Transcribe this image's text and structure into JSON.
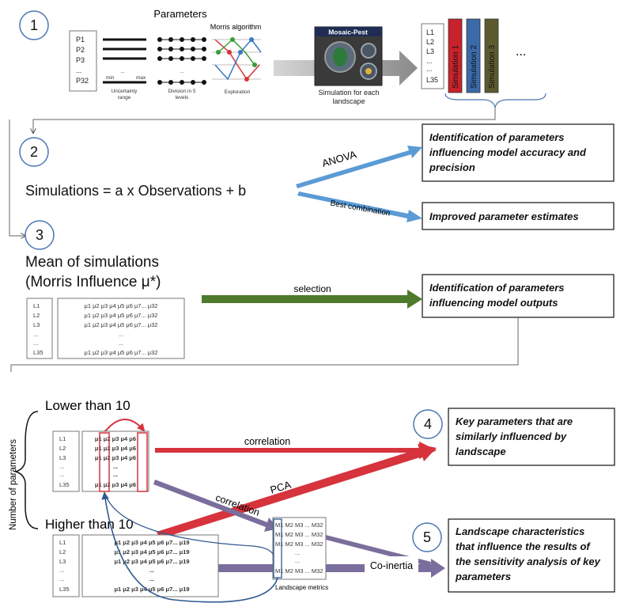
{
  "step1": {
    "number": "1",
    "parameters_title": "Parameters",
    "param_list": [
      "P1",
      "P2",
      "P3",
      "...",
      "P32"
    ],
    "range_min": "min",
    "range_max": "max",
    "uncertainty_range": [
      "Uncertainty",
      "range"
    ],
    "division_ellipsis": "...",
    "division_label": [
      "Division in 5",
      "levels"
    ],
    "morris_title": "Morris algorithm",
    "exploration_label": "Exploration",
    "mosaic_title": "Mosaic-Pest",
    "simulation_caption": [
      "Simulation for each",
      "landscape"
    ],
    "landscape_list": [
      "L1",
      "L2",
      "L3",
      "...",
      "...",
      "L35"
    ],
    "simulations": [
      "Simulation 1",
      "Simulation 2",
      "Simulation 3"
    ],
    "sim_colors": [
      "#c8232c",
      "#3a6aa8",
      "#5c5a2e"
    ],
    "ellipsis": "..."
  },
  "step2": {
    "number": "2",
    "equation": "Simulations = a x Observations + b",
    "anova_label": "ANOVA",
    "best_combination_label": "Best combination",
    "anova_box": [
      "Identification of parameters",
      "influencing model accuracy and",
      "precision"
    ],
    "best_box": [
      "Improved parameter estimates"
    ]
  },
  "step3": {
    "number": "3",
    "title_line1": "Mean of simulations",
    "title_line2": "(Morris Influence μ*)",
    "landscapes": [
      "L1",
      "L2",
      "L3",
      "...",
      "...",
      "L35"
    ],
    "mu_rows": [
      "μ1 μ2 μ3 μ4 μ5 μ6 μ7... μ32",
      "μ1 μ2 μ3 μ4 μ5 μ6 μ7... μ32",
      "μ1 μ2 μ3 μ4 μ5 μ6 μ7... μ32",
      "...",
      "...",
      "μ1 μ2 μ3 μ4 μ5 μ6 μ7... μ32"
    ],
    "selection_label": "selection",
    "selection_box": [
      "Identification of parameters",
      "influencing model outputs"
    ]
  },
  "lower": {
    "axis_label": "Number of parameters",
    "lower_label": "Lower than 10",
    "higher_label": "Higher than 10",
    "low_landscapes": [
      "L1",
      "L2",
      "L3",
      "...",
      "...",
      "L35"
    ],
    "low_rows": [
      "μ1 μ2 μ3 μ4 μ6",
      "μ1 μ2 μ3 μ4 μ6",
      "μ1 μ2 μ3 μ4 μ6",
      "...",
      "...",
      "μ1 μ2 μ3 μ4 μ6"
    ],
    "high_landscapes": [
      "L1",
      "L2",
      "L3",
      "...",
      "...",
      "L35"
    ],
    "high_rows": [
      "μ1 μ2 μ3 μ4 μ5 μ6 μ7... μ19",
      "μ1 μ2 μ3 μ4 μ5 μ6 μ7... μ19",
      "μ1 μ2 μ3 μ4 μ5 μ6 μ7... μ19",
      "...",
      "...",
      "μ1 μ2 μ3 μ4 μ5 μ6 μ7... μ19"
    ],
    "metric_rows": [
      "M1 M2 M3 ... M32",
      "M1 M2 M3 ... M32",
      "M1 M2 M3 ... M32",
      "...",
      "...",
      "M1 M2 M3 ... M32"
    ],
    "metrics_label": "Landscape metrics",
    "correlation_top": "correlation",
    "correlation_diag": "correlation",
    "pca_label": "PCA",
    "coinertia_label": "Co-inertia",
    "box4_number": "4",
    "box4": [
      "Key parameters that are",
      "similarly influenced by",
      "landscape"
    ],
    "box5_number": "5",
    "box5": [
      "Landscape characteristics",
      "that influence the results of",
      "the sensitivity analysis of key",
      "parameters"
    ]
  },
  "colors": {
    "blue_arrow": "#5b9bd5",
    "green_arrow": "#4e7a2c",
    "red_arrow": "#d6333c",
    "purple_arrow": "#7a6e9c",
    "dark_blue_curve": "#2f5a8f"
  }
}
